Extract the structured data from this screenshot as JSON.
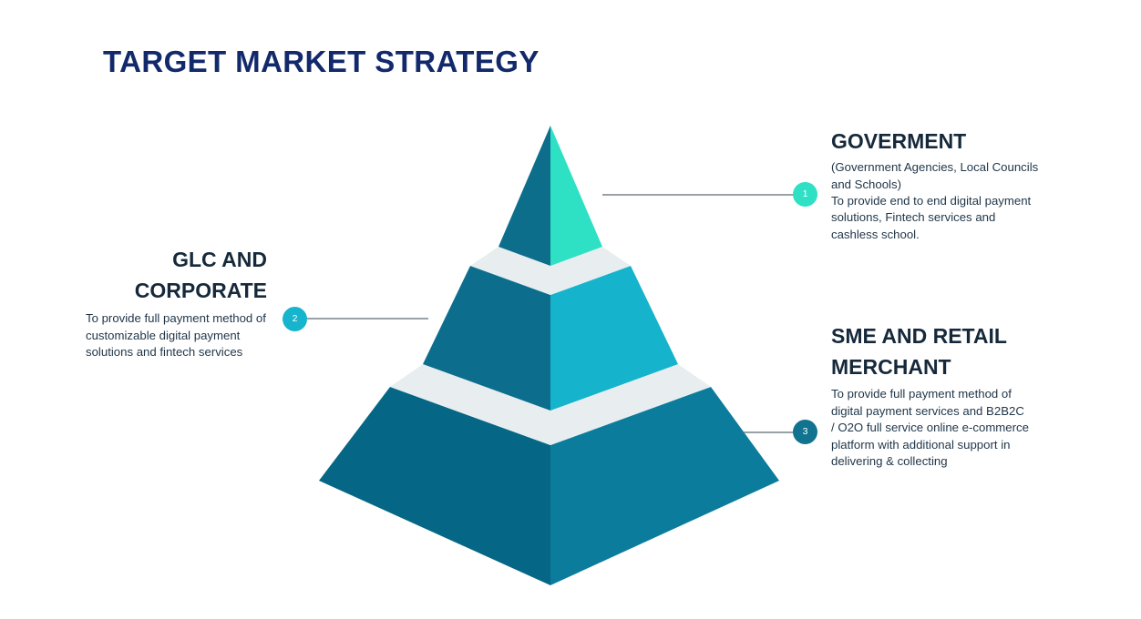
{
  "slide": {
    "title": "TARGET MARKET STRATEGY",
    "background_color": "#FFFFFF",
    "title_color": "#12296B"
  },
  "palette": {
    "title_navy": "#12296B",
    "heading_dark": "#16293B",
    "body_text": "#1F3548",
    "tier1_right_turquoise": "#2EE0C4",
    "tier1_left_teal": "#0D6E8C",
    "tier2_right_cyan": "#15B4CC",
    "tier2_left_teal": "#0C6E8C",
    "tier3_right_blue": "#0C7C9C",
    "tier3_left_blue": "#066685",
    "separator_gray": "#E8EEF0",
    "connector_line": "#5A6A72"
  },
  "pyramid": {
    "tiers": [
      {
        "index": 1,
        "name": "tier-top-government",
        "left_face_color": "#0D6E8C",
        "right_face_color": "#2EE0C4"
      },
      {
        "index": 2,
        "name": "tier-middle-glc-corporate",
        "left_face_color": "#0C6E8C",
        "right_face_color": "#15B4CC"
      },
      {
        "index": 3,
        "name": "tier-bottom-sme-retail",
        "left_face_color": "#066685",
        "right_face_color": "#0C7C9C"
      }
    ]
  },
  "callouts": [
    {
      "id": "government",
      "badge": "1",
      "badge_color": "#2EE0C4",
      "heading": "GOVERMENT",
      "body": "(Government Agencies, Local Councils and Schools)\nTo provide end to end digital payment solutions, Fintech services and cashless school."
    },
    {
      "id": "glc-corporate",
      "badge": "2",
      "badge_color": "#17B4CE",
      "heading": "GLC AND CORPORATE",
      "body": "To provide full payment method of customizable digital payment solutions and fintech services"
    },
    {
      "id": "sme-retail",
      "badge": "3",
      "badge_color": "#11738F",
      "heading": "SME AND RETAIL MERCHANT",
      "body": "To provide full payment method of digital payment services and B2B2C / O2O full service online e-commerce platform with additional support in delivering & collecting"
    }
  ]
}
